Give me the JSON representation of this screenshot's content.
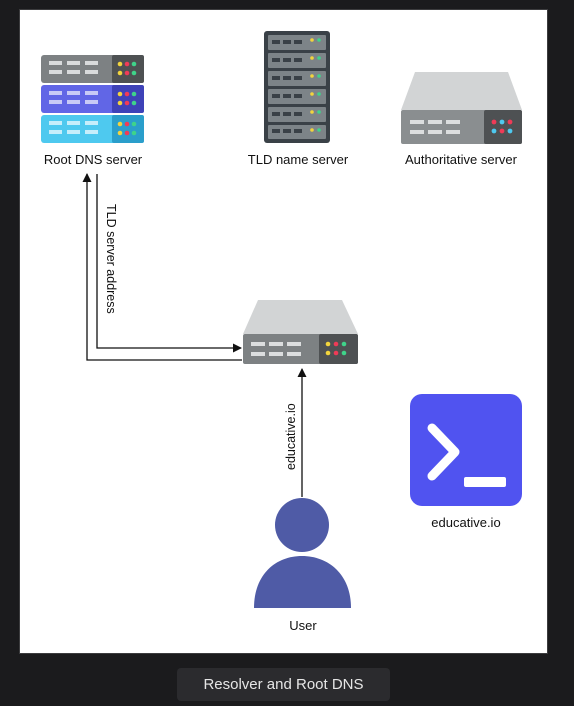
{
  "nodes": {
    "root_dns": {
      "label": "Root DNS server"
    },
    "tld": {
      "label": "TLD name server"
    },
    "authoritative": {
      "label": "Authoritative server"
    },
    "user": {
      "label": "User"
    },
    "brand": {
      "label": "educative.io"
    }
  },
  "edges": {
    "tld_address": {
      "label": "TLD server address"
    },
    "query": {
      "label": "educative.io"
    }
  },
  "caption": "Resolver and Root DNS",
  "colors": {
    "page_bg": "#1b1b1d",
    "canvas_bg": "#ffffff",
    "brand": "#5053f0",
    "user": "#4f5ba6",
    "server_gray": "#7d8183",
    "server_blue": "#6166e6",
    "server_cyan": "#4ec9ef"
  },
  "icons": [
    "server-rack-icon",
    "tower-server-icon",
    "server-box-icon",
    "user-icon",
    "terminal-icon"
  ]
}
